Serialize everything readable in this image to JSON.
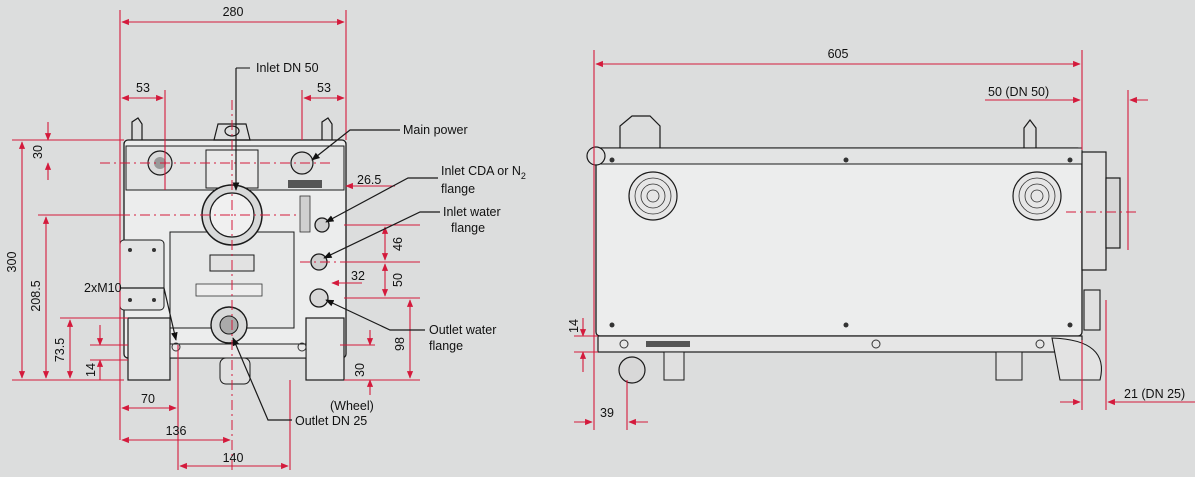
{
  "front_view": {
    "dims": {
      "width_280": "280",
      "left_53": "53",
      "right_53": "53",
      "height_30": "30",
      "height_300": "300",
      "height_208_5": "208.5",
      "height_73_5": "73.5",
      "height_14": "14",
      "width_70": "70",
      "width_136": "136",
      "width_140": "140",
      "d_26_5": "26.5",
      "d_46": "46",
      "d_50": "50",
      "d_32": "32",
      "d_98": "98",
      "d_30_wheel": "30",
      "wheel_note": "(Wheel)"
    },
    "callouts": {
      "inlet_dn50": "Inlet DN 50",
      "main_power": "Main power",
      "inlet_cda_line1": "Inlet CDA or N",
      "inlet_cda_sub": "2",
      "inlet_cda_line2": "flange",
      "inlet_water_line1": "Inlet water",
      "inlet_water_line2": "flange",
      "outlet_water_line1": "Outlet water",
      "outlet_water_line2": "flange",
      "thread": "2xM10",
      "outlet_dn25": "Outlet DN 25"
    }
  },
  "side_view": {
    "dims": {
      "length_605": "605",
      "dn50_offset": "50 (DN 50)",
      "dn25_offset": "21 (DN 25)",
      "height_14": "14",
      "width_39": "39"
    }
  },
  "colors": {
    "dimension": "#d41a3c",
    "background": "#dcdddd",
    "outline": "#1a1a1a"
  }
}
